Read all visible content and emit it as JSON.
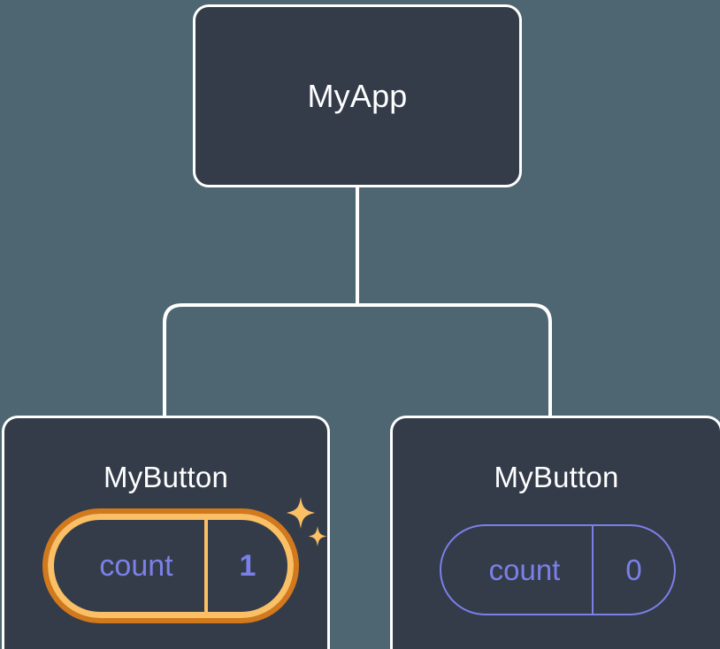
{
  "diagram": {
    "type": "component-tree",
    "background_color": "#4d6672",
    "node_fill_color": "#343c4a",
    "node_border_color": "#ffffff",
    "accent_idle_color": "#7b80e8",
    "accent_highlight_color": "#fbbf65",
    "accent_highlight_outer_color": "#d1791c",
    "root": {
      "title": "MyApp"
    },
    "children": [
      {
        "title": "MyButton",
        "state": {
          "key": "count",
          "value": "1"
        },
        "highlighted": true,
        "sparkle_count": 2
      },
      {
        "title": "MyButton",
        "state": {
          "key": "count",
          "value": "0"
        },
        "highlighted": false,
        "sparkle_count": 0
      }
    ]
  }
}
